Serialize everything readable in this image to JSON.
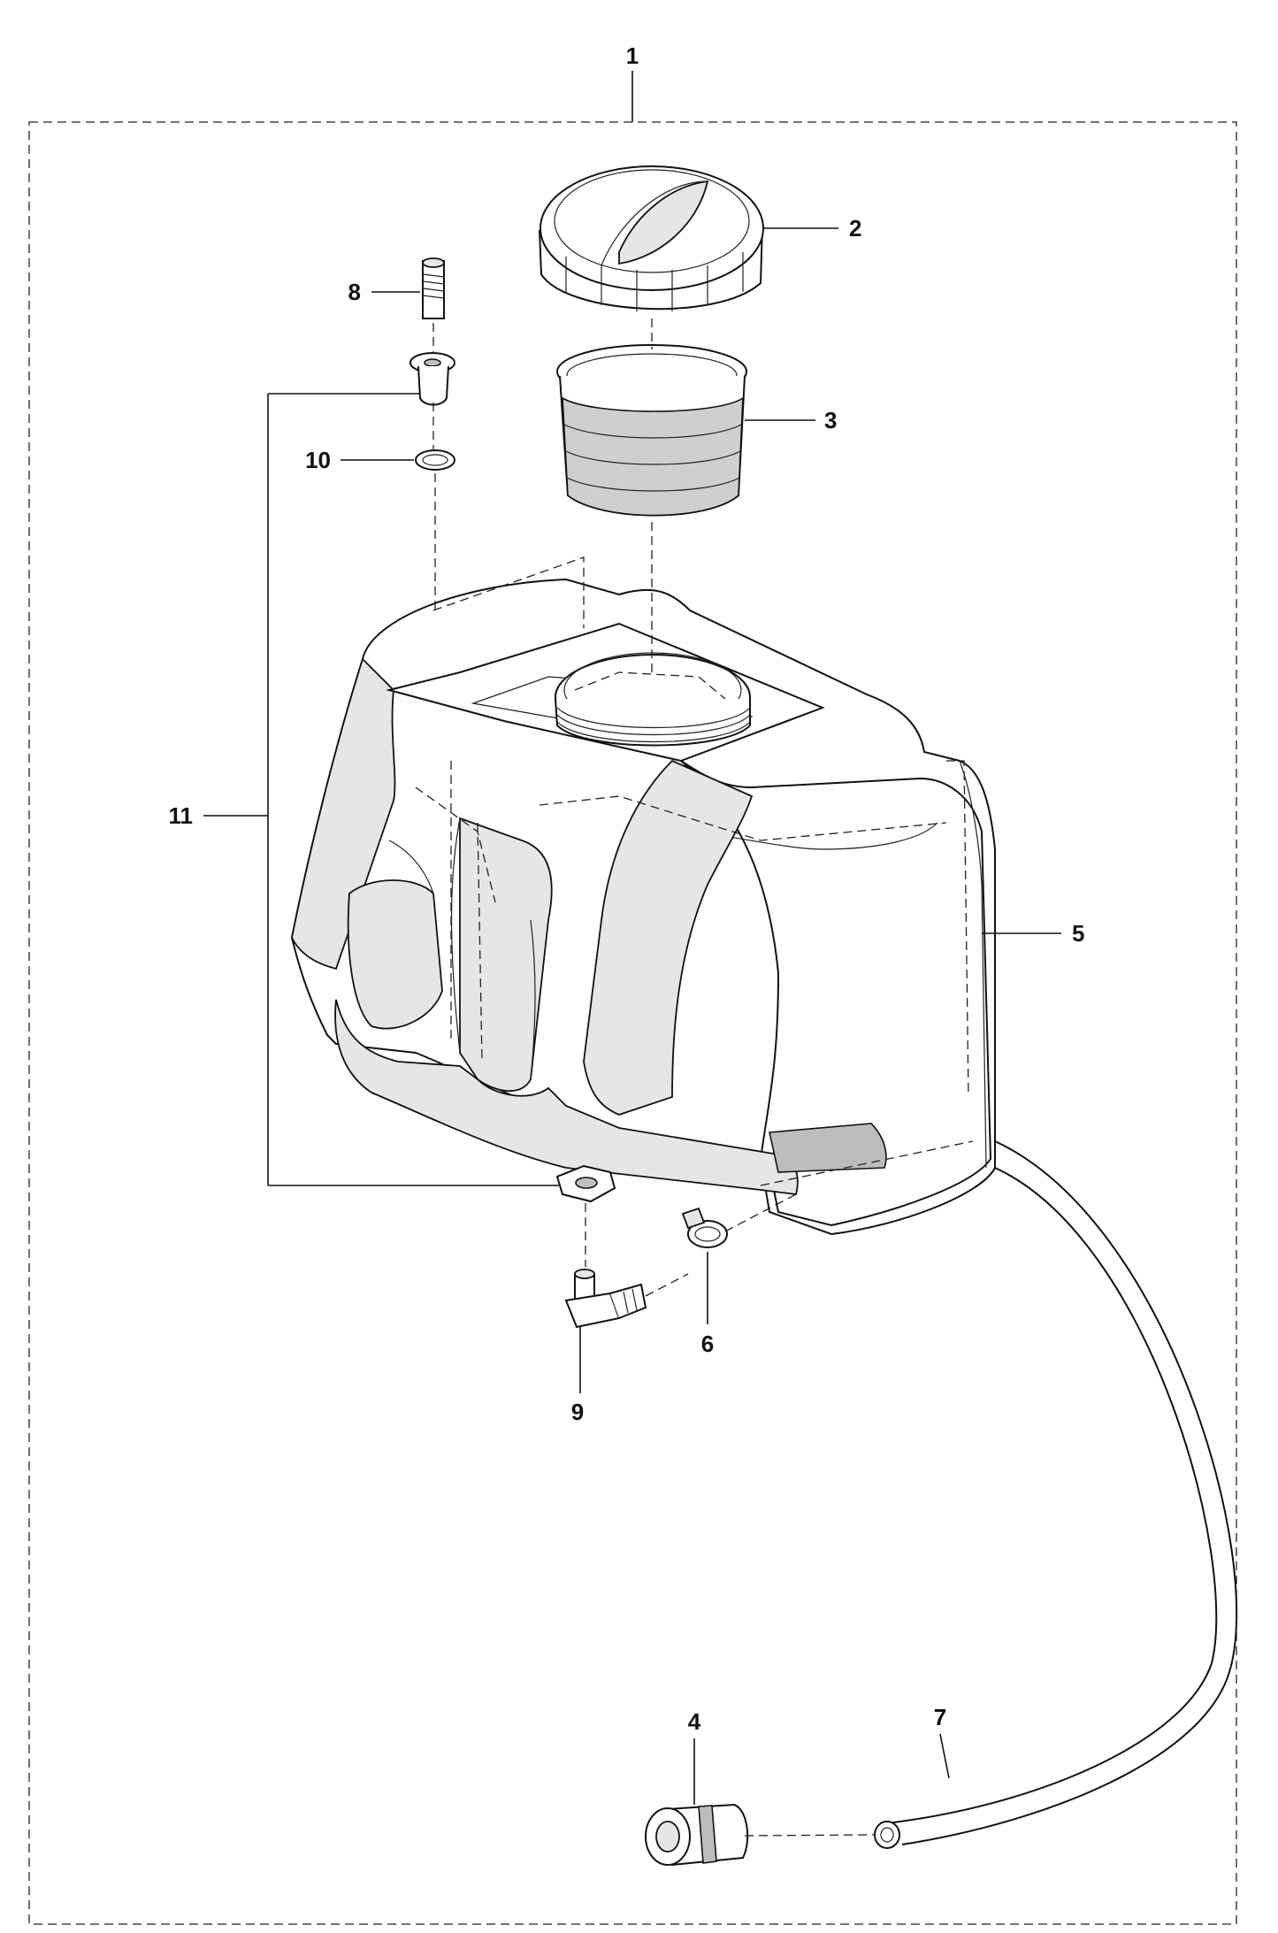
{
  "diagram": {
    "callouts": [
      {
        "id": "1",
        "label": "1"
      },
      {
        "id": "2",
        "label": "2"
      },
      {
        "id": "3",
        "label": "3"
      },
      {
        "id": "4",
        "label": "4"
      },
      {
        "id": "5",
        "label": "5"
      },
      {
        "id": "6",
        "label": "6"
      },
      {
        "id": "7",
        "label": "7"
      },
      {
        "id": "8",
        "label": "8"
      },
      {
        "id": "9",
        "label": "9"
      },
      {
        "id": "10",
        "label": "10"
      },
      {
        "id": "11",
        "label": "11"
      }
    ],
    "parts": [
      {
        "callout": "2",
        "icon": "fuel-cap-icon"
      },
      {
        "callout": "3",
        "icon": "filter-strainer-icon"
      },
      {
        "callout": "4",
        "icon": "hose-fitting-icon"
      },
      {
        "callout": "5",
        "icon": "fuel-tank-icon"
      },
      {
        "callout": "6",
        "icon": "hose-clamp-icon"
      },
      {
        "callout": "7",
        "icon": "fuel-hose-icon"
      },
      {
        "callout": "8",
        "icon": "screw-icon"
      },
      {
        "callout": "9",
        "icon": "elbow-nipple-icon"
      },
      {
        "callout": "10",
        "icon": "o-ring-icon"
      },
      {
        "callout": "11",
        "icon": "fastener-kit-icon"
      }
    ]
  }
}
